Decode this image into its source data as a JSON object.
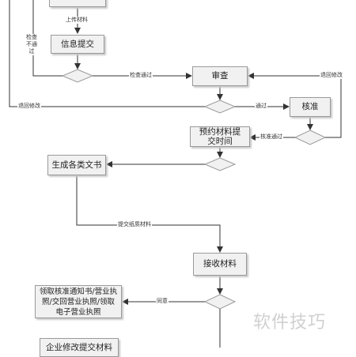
{
  "nodes": {
    "info_submit": "信息提交",
    "review": "审查",
    "approve": "核准",
    "book_submit_time": "预约材料提交时间",
    "generate_docs": "生成各类文书",
    "receive_materials": "接收材料",
    "get_license": "领取核准通知书/营业执照/交回营业执照/领取电子营业执照",
    "corp_modify_materials": "企业修改提交材料"
  },
  "edges": {
    "upload_materials": "上传材料",
    "check_fail": "检查不通过",
    "check_pass": "检查通过",
    "return_modify_right": "退回修改",
    "return_modify_left": "退回修改",
    "pass": "通过",
    "approve_pass": "核准通过",
    "submit_paper": "提交纸质材料",
    "agree": "同意"
  },
  "watermark": "软件技巧"
}
